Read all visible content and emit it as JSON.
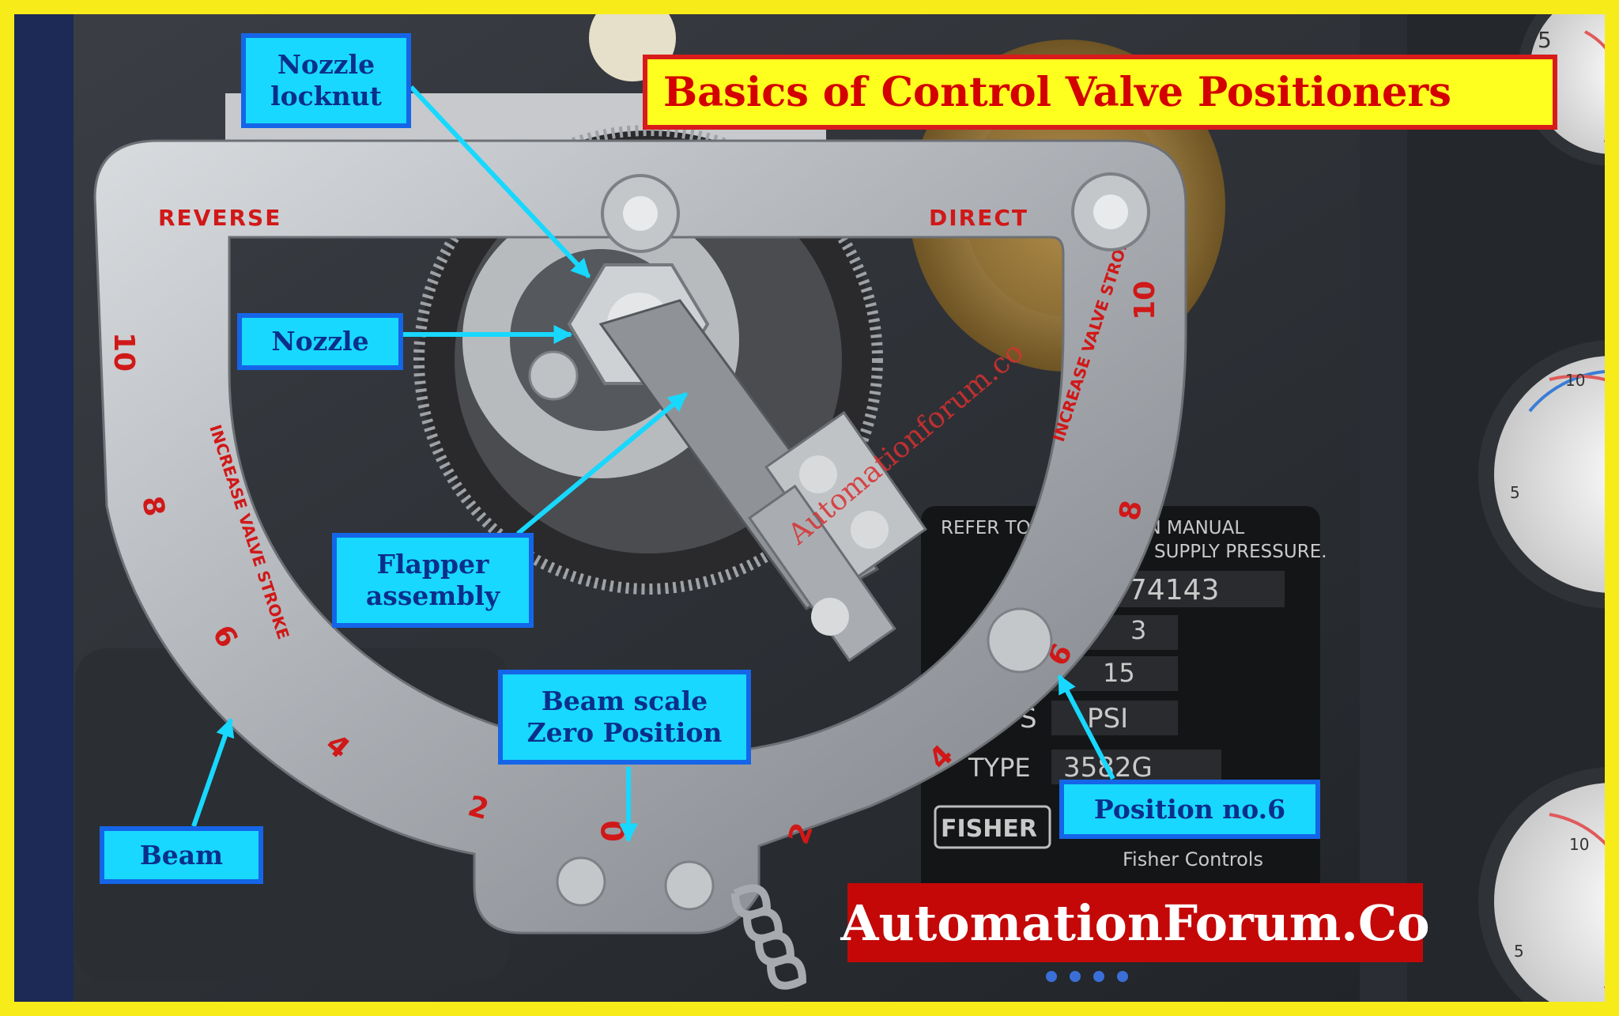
{
  "title": "Basics of Control Valve Positioners",
  "brand": "AutomationForum.Co",
  "watermark": "Automationforum.co",
  "labels": {
    "nozzle_locknut": "Nozzle\nlocknut",
    "nozzle": "Nozzle",
    "flapper_assembly": "Flapper\nassembly",
    "beam_scale_zero": "Beam scale\nZero Position",
    "beam": "Beam",
    "position_no6": "Position no.6"
  },
  "beam_markings": {
    "reverse": "REVERSE",
    "direct": "DIRECT",
    "stroke_left": "INCREASE VALVE STROKE",
    "stroke_right": "INCREASE VALVE STROKE",
    "numbers_left": [
      "10",
      "8",
      "6",
      "4",
      "2"
    ],
    "numbers_right": [
      "10",
      "8",
      "6",
      "4",
      "2"
    ],
    "zero": "0"
  },
  "nameplate": {
    "line1": "REFER TO INSTRUCTION MANUAL",
    "line2": "SUPPLY PRESSURE.",
    "serial": "774143",
    "field2": "3",
    "field3": "15",
    "units_label": "S",
    "units": "PSI",
    "type_label": "TYPE",
    "type_value": "3582G",
    "maker_logo": "FISHER",
    "maker": "Fisher Controls"
  },
  "gauge_numbers": [
    "5",
    "10",
    "5",
    "10",
    "5"
  ],
  "colors": {
    "frame": "#f7ec1a",
    "label_fill": "#18d8ff",
    "label_border": "#1565e8",
    "label_text": "#0a2f8a",
    "arrow": "#18d8ff",
    "title_fill": "#ffff1f",
    "title_text": "#d40000",
    "brand_fill": "#c40808",
    "brand_text": "#ffffff"
  }
}
